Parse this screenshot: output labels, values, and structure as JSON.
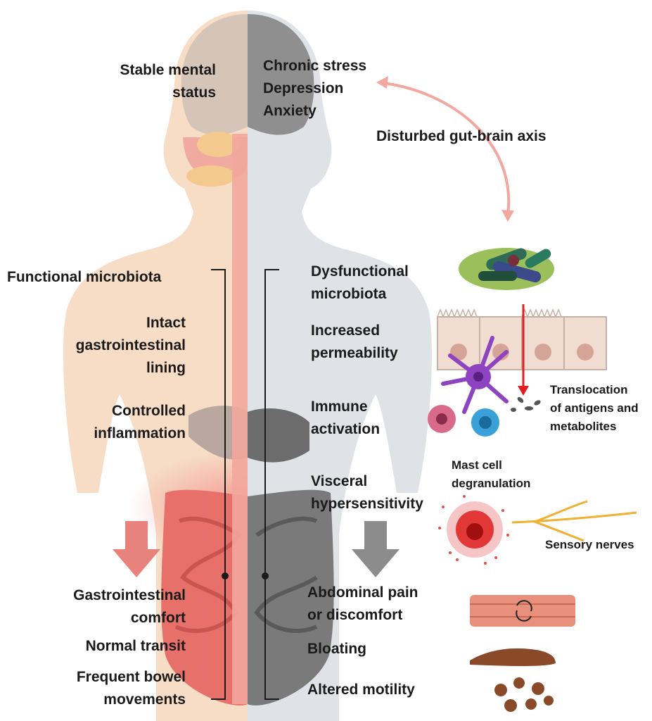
{
  "healthy": {
    "mental": [
      "Stable mental",
      "status"
    ],
    "microbiota": "Functional microbiota",
    "lining": [
      "Intact",
      "gastrointestinal",
      "lining"
    ],
    "inflammation": [
      "Controlled",
      "inflammation"
    ],
    "comfort": [
      "Gastrointestinal",
      "comfort"
    ],
    "transit": "Normal transit",
    "bowel": [
      "Frequent bowel",
      "movements"
    ]
  },
  "disordered": {
    "mental": [
      "Chronic stress",
      "Depression",
      "Anxiety"
    ],
    "microbiota": [
      "Dysfunctional",
      "microbiota"
    ],
    "permeability": [
      "Increased",
      "permeability"
    ],
    "immune": [
      "Immune",
      "activation"
    ],
    "visceral": [
      "Visceral",
      "hypersensitivity"
    ],
    "pain": [
      "Abdominal pain",
      "or discomfort"
    ],
    "bloating": "Bloating",
    "motility": "Altered motility"
  },
  "annotations": {
    "axis": "Disturbed gut-brain axis",
    "translocation": [
      "Translocation",
      "of antigens and",
      "metabolites"
    ],
    "mast": [
      "Mast cell",
      "degranulation"
    ],
    "nerves": "Sensory nerves"
  },
  "colors": {
    "healthy_body": "#f7dcc6",
    "disordered_body": "#dfe2e6",
    "axis_arrow": "#f2a8a0",
    "healthy_arrow": "#e8827c",
    "disordered_arrow": "#8c8c8c",
    "translocation_arrow": "#e02020",
    "text": "#1a1a1a"
  }
}
